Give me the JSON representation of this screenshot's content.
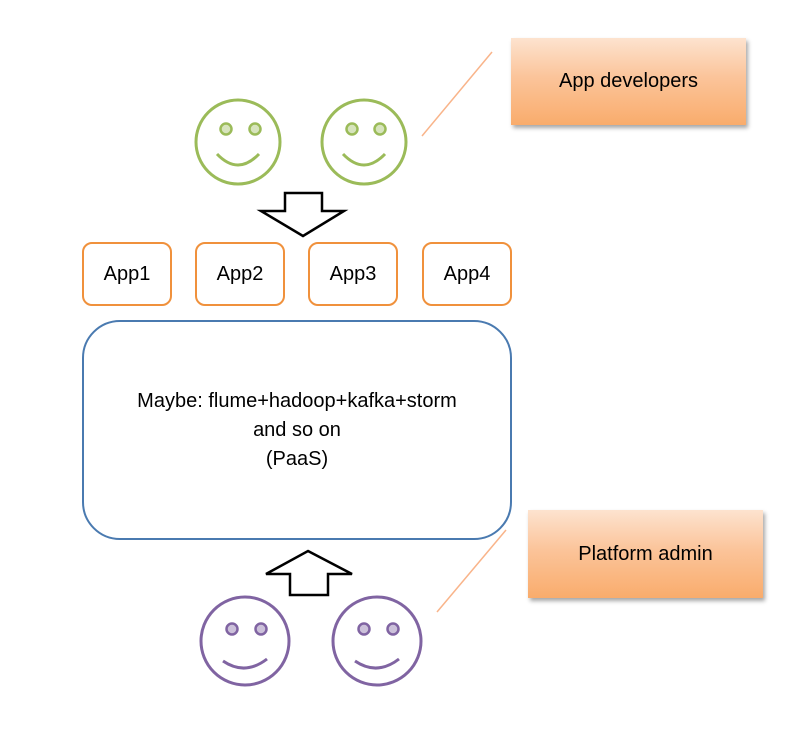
{
  "callouts": {
    "developers_label": "App developers",
    "admin_label": "Platform admin"
  },
  "apps": [
    {
      "label": "App1"
    },
    {
      "label": "App2"
    },
    {
      "label": "App3"
    },
    {
      "label": "App4"
    }
  ],
  "platform": {
    "line1": "Maybe: flume+hadoop+kafka+storm",
    "line2": "and so on",
    "line3": "(PaaS)"
  },
  "icons": {
    "developer_face": "smiley-face-icon",
    "admin_face": "smiley-face-icon",
    "down_arrow": "arrow-down-icon",
    "up_arrow": "arrow-up-icon"
  },
  "colors": {
    "developer_faces": "#9bbb59",
    "admin_faces": "#8064a2",
    "app_border": "#f0913c",
    "platform_border": "#4a7ab0",
    "callout_fill": "#fbc49a",
    "connector_line": "#f9b48a"
  }
}
